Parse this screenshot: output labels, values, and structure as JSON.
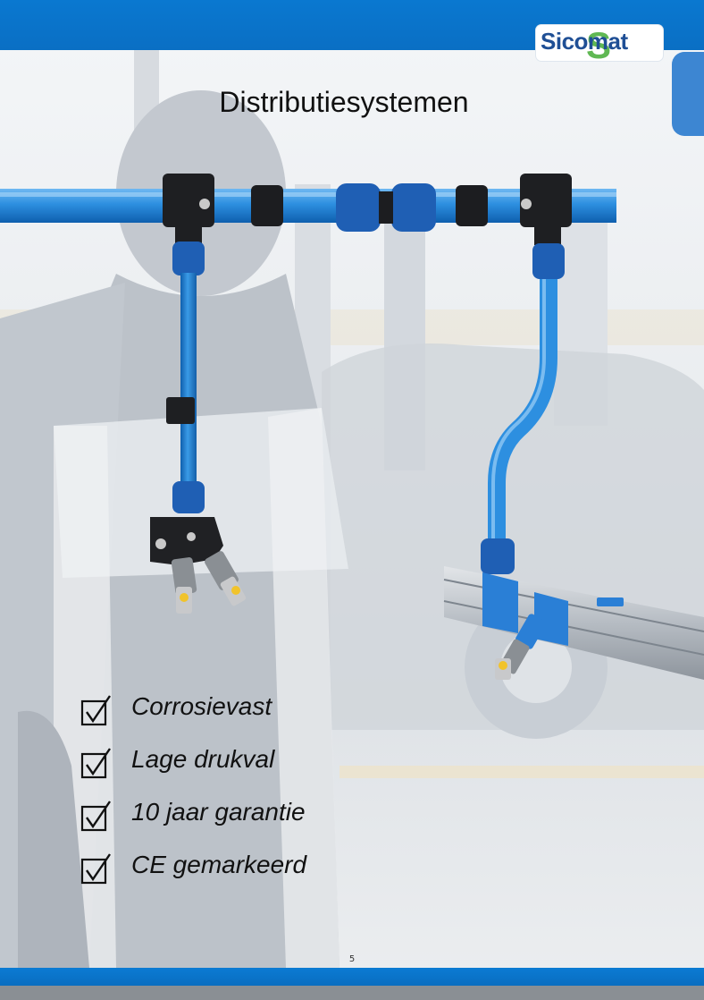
{
  "header": {
    "logo_text": "Sicomat",
    "logo_letter": "S"
  },
  "title": "Distributiesystemen",
  "features": [
    {
      "label": "Corrosievast"
    },
    {
      "label": "Lage drukval"
    },
    {
      "label": "10 jaar garantie"
    },
    {
      "label": "CE gemarkeerd"
    }
  ],
  "page_number": "5",
  "colors": {
    "brand_blue": "#0a74cc",
    "pipe_blue": "#2d8fe0",
    "logo_navy": "#1f4f95",
    "logo_green": "#58b54a"
  },
  "icons": {
    "feature": "checkbox-checked-icon"
  }
}
